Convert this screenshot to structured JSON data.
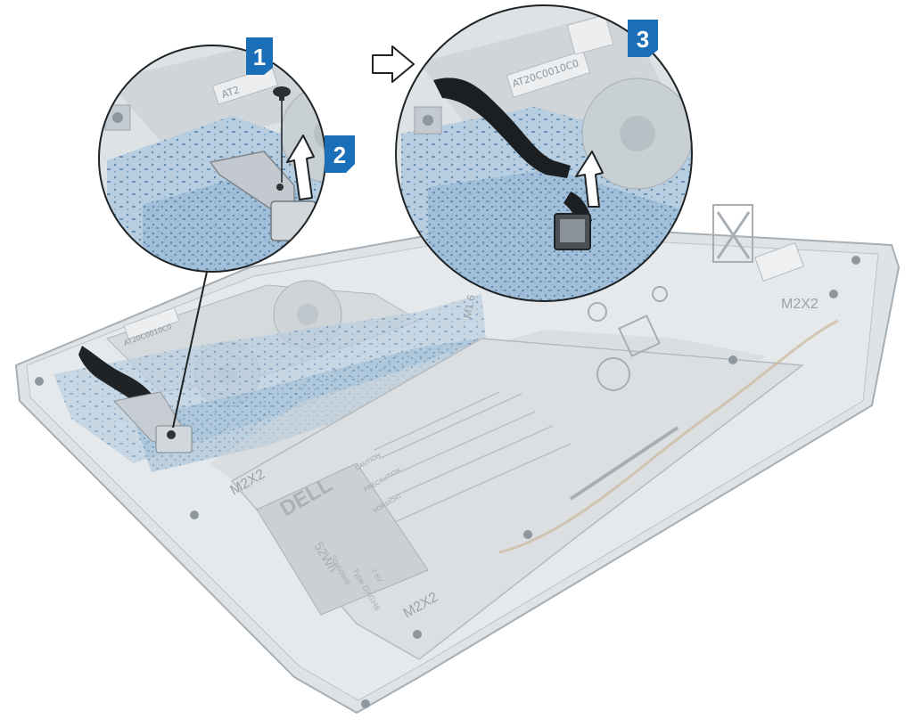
{
  "steps": [
    {
      "number": "1"
    },
    {
      "number": "2"
    },
    {
      "number": "3"
    }
  ],
  "chassis_labels": {
    "screw_top": "M2X2",
    "screw_left": "M2X2",
    "screw_bottom": "M2X2",
    "screw_center": "M1.6"
  },
  "battery_labels": {
    "brand": "DELL",
    "capacity": "52Wh",
    "type": "Standard",
    "model": "Type DXGH8",
    "voltage": "7.6V",
    "caution": "CAUTION",
    "precaution": "PRECAUTION",
    "vorsicht": "VORSICHT"
  },
  "board_labels": {
    "ssd_tag": "AT20C0010C0",
    "ssd_tag_main": "AT20C0010C0",
    "ssd_tag_left": "AT2"
  },
  "colors": {
    "callout_blue": "#1a6fb8",
    "board_blue": "#7fa7c7",
    "chassis": "#dadfe2",
    "outline": "#9aa3a9"
  }
}
